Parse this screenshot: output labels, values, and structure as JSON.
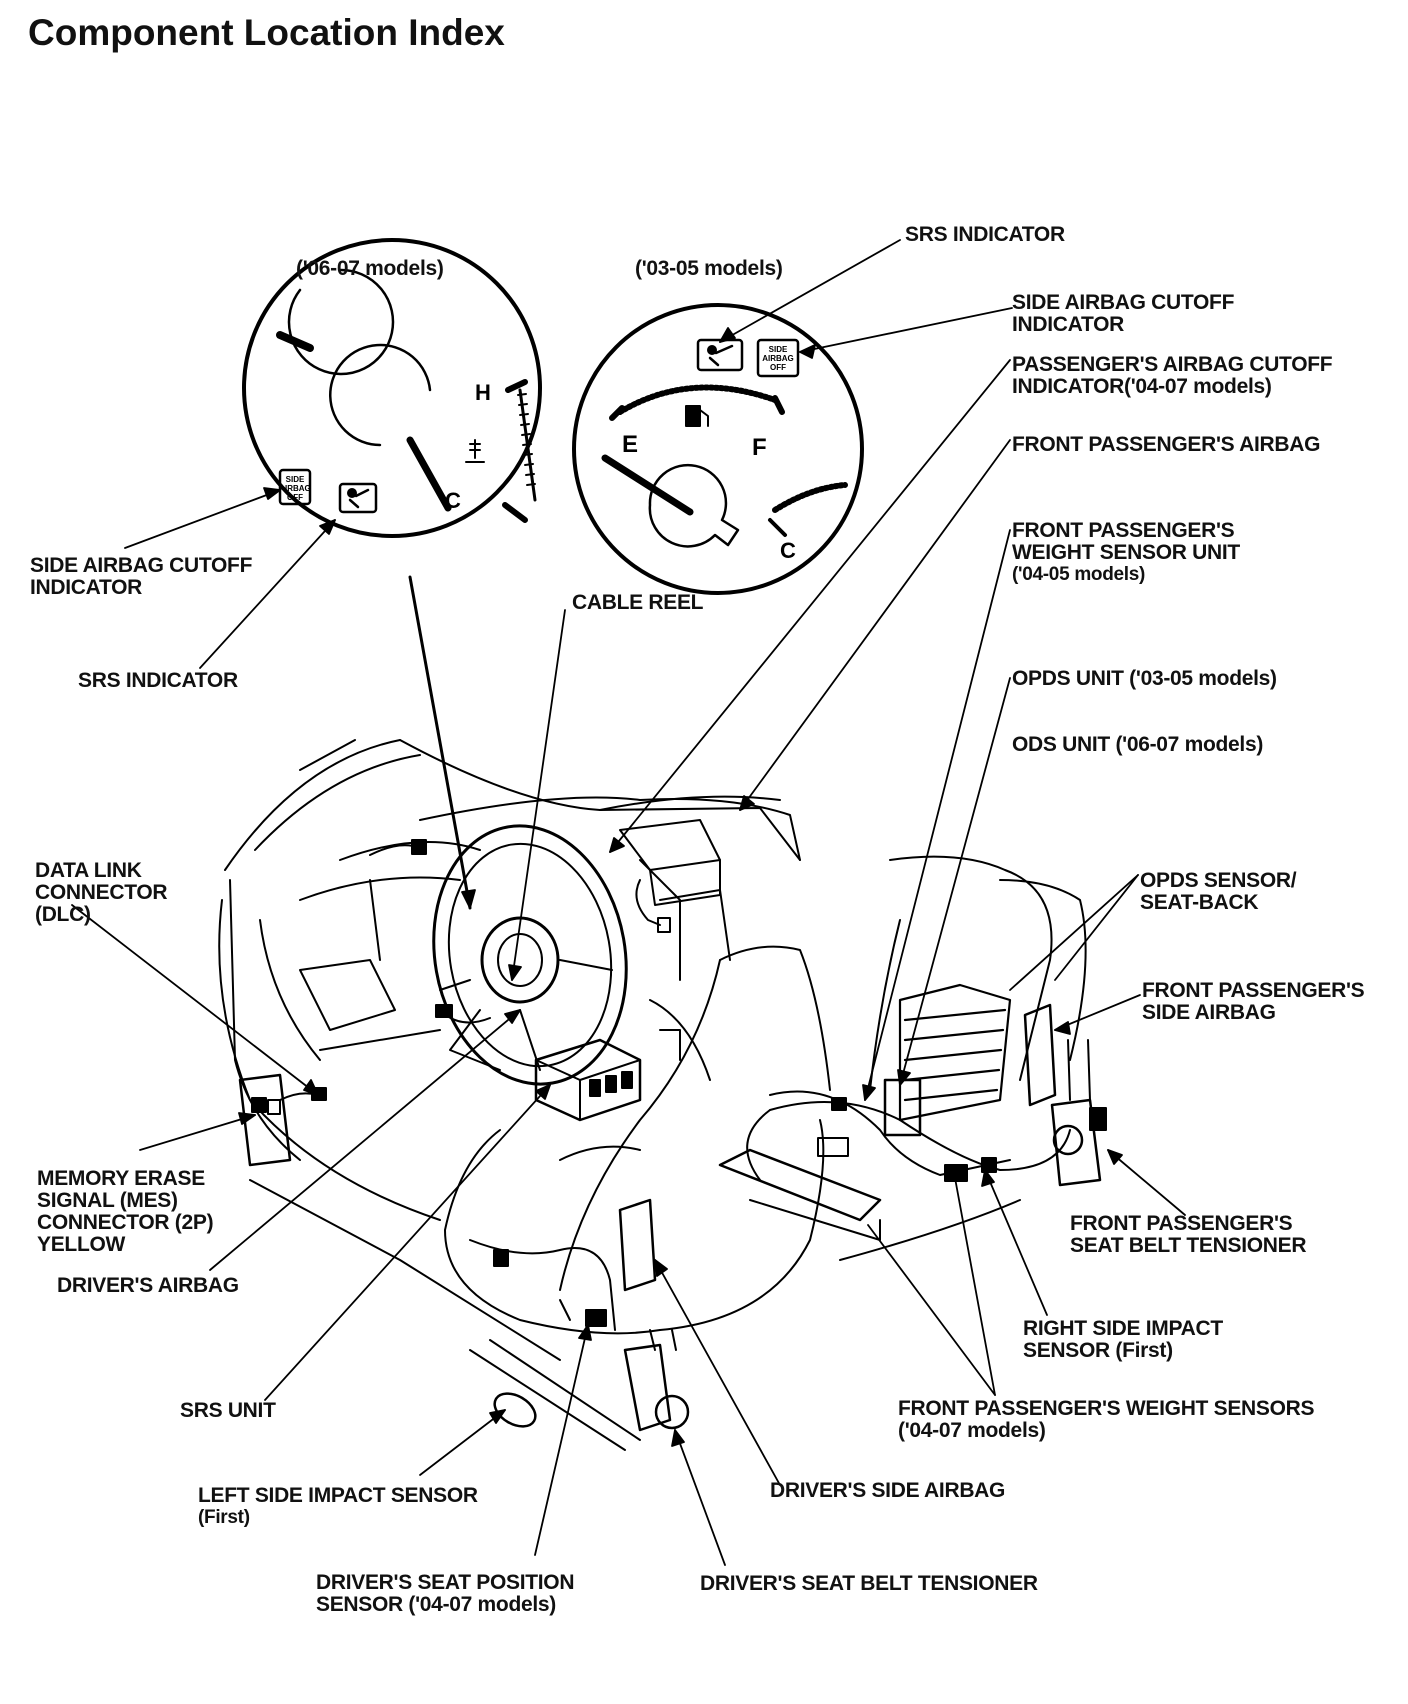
{
  "title": "Component Location Index",
  "gauges": {
    "left": {
      "caption": "('06-07 models)",
      "temp_high": "H",
      "temp_cold": "C",
      "side_airbag_badge": [
        "SIDE",
        "AIRBAG",
        "OFF"
      ]
    },
    "right": {
      "caption": "('03-05 models)",
      "fuel_empty": "E",
      "fuel_full": "F",
      "temp_cold": "C",
      "side_airbag_badge": [
        "SIDE",
        "AIRBAG",
        "OFF"
      ]
    }
  },
  "labels": {
    "srs_indicator_right": "SRS INDICATOR",
    "side_airbag_cutoff_right": [
      "SIDE AIRBAG CUTOFF",
      "INDICATOR"
    ],
    "passenger_airbag_cutoff": [
      "PASSENGER'S AIRBAG CUTOFF",
      "INDICATOR('04-07 models)"
    ],
    "front_passenger_airbag": "FRONT PASSENGER'S AIRBAG",
    "front_passenger_weight_sensor_unit": [
      "FRONT PASSENGER'S",
      "WEIGHT SENSOR UNIT",
      "('04-05 models)"
    ],
    "opds_unit": "OPDS UNIT ('03-05 models)",
    "ods_unit": "ODS UNIT ('06-07 models)",
    "opds_sensor": [
      "OPDS SENSOR/",
      "SEAT-BACK"
    ],
    "front_passenger_side_airbag": [
      "FRONT PASSENGER'S",
      "SIDE AIRBAG"
    ],
    "front_passenger_seat_belt_tensioner": [
      "FRONT PASSENGER'S",
      "SEAT BELT TENSIONER"
    ],
    "right_side_impact_sensor": [
      "RIGHT SIDE IMPACT",
      "SENSOR (First)"
    ],
    "front_passenger_weight_sensors": [
      "FRONT PASSENGER'S WEIGHT SENSORS",
      "('04-07 models)"
    ],
    "drivers_side_airbag": "DRIVER'S SIDE AIRBAG",
    "drivers_seat_belt_tensioner": "DRIVER'S SEAT BELT TENSIONER",
    "drivers_seat_position_sensor": [
      "DRIVER'S SEAT POSITION",
      "SENSOR ('04-07 models)"
    ],
    "left_side_impact_sensor": [
      "LEFT SIDE IMPACT SENSOR",
      "(First)"
    ],
    "srs_unit": "SRS UNIT",
    "drivers_airbag": "DRIVER'S AIRBAG",
    "memory_erase_signal": [
      "MEMORY ERASE",
      "SIGNAL (MES)",
      "CONNECTOR (2P)",
      "YELLOW"
    ],
    "data_link_connector": [
      "DATA LINK",
      "CONNECTOR",
      "(DLC)"
    ],
    "srs_indicator_left": "SRS INDICATOR",
    "side_airbag_cutoff_left": [
      "SIDE AIRBAG CUTOFF",
      "INDICATOR"
    ],
    "cable_reel": "CABLE REEL"
  }
}
